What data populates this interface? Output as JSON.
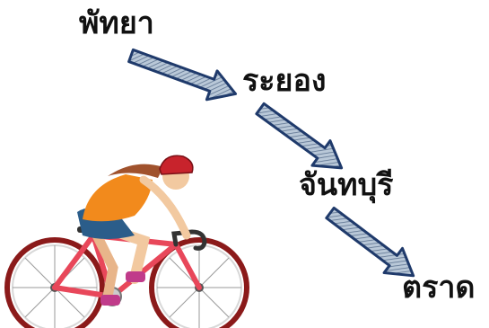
{
  "route": {
    "cities": [
      "พัทยา",
      "ระยอง",
      "จันทบุรี",
      "ตราด"
    ]
  },
  "colors": {
    "arrow_fill": "#9fb3c8",
    "arrow_outline": "#1f3a6b",
    "text": "#111111",
    "bike_frame": "#e8475a",
    "bike_tire": "#8b1a1a",
    "jersey": "#f28a1c",
    "shorts": "#2b5d8a",
    "helmet": "#c8232c",
    "skin": "#f2c9a0",
    "hair": "#a0522d"
  },
  "icons": [
    "route-arrow-icon",
    "cyclist-illustration"
  ]
}
